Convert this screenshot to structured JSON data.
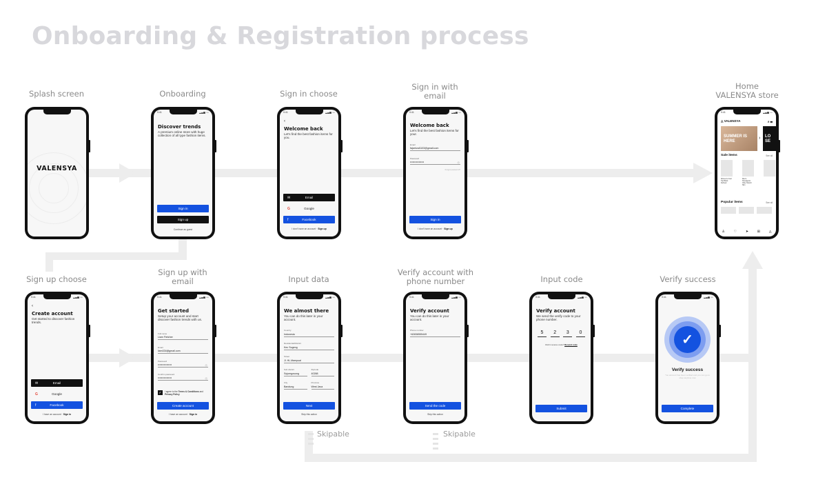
{
  "title": "Onboarding & Registration process",
  "screens": {
    "splash": {
      "label": "Splash screen",
      "logo": "VALENSYA"
    },
    "onboarding": {
      "label": "Onboarding",
      "heading": "Discover trends",
      "text": "A premium online store with huge collection of all type fashion items.",
      "signin": "Sign in",
      "signup": "Sign up",
      "guest": "Continue as guest"
    },
    "signin_choose": {
      "label": "Sign in choose",
      "heading": "Welcome back",
      "text": "Let's find the best fashion items for you.",
      "email": "Email",
      "google": "Google",
      "facebook": "Facebook",
      "foot": "I don't have an account",
      "foot_link": "Sign up"
    },
    "signin_email": {
      "label": "Sign in with email",
      "heading": "Welcome back",
      "text": "Let's find the best fashion items for your.",
      "email_label": "Email",
      "email_value": "fajarrizal1103@gmail.com",
      "password_label": "Password",
      "password_value": "••••••••••••••••",
      "forgot": "Forgot password?",
      "signin": "Sign in",
      "foot": "I don't have an account",
      "foot_link": "Sign up"
    },
    "home": {
      "label": "Home VALENSYA store",
      "brand": "VALENSYA",
      "banner": "SUMMER IS HERE",
      "banner2": "LO SE",
      "sale": "Sale items",
      "seeall": "See all",
      "popular": "Popular items",
      "p1": "Women's Oval Top Black Defined",
      "p2": "Men's Streatgenic Olive Stretch Slim",
      "p3": ""
    },
    "signup_choose": {
      "label": "Sign up choose",
      "heading": "Create account",
      "text": "Get started to discover fashion trends.",
      "email": "Email",
      "google": "Google",
      "facebook": "Facebook",
      "foot": "I have an account",
      "foot_link": "Sign in"
    },
    "signup_email": {
      "label": "Sign up with email",
      "heading": "Get started",
      "text": "Setup your account and start discover fashion trends with us.",
      "fullname_label": "Full name",
      "fullname_value": "Liam Fletcher",
      "email_label": "Email",
      "email_value": "liam334@gmail.com",
      "password_label": "Password",
      "password_value": "••••••••••••••••",
      "confirm_label": "Confirm password",
      "confirm_value": "••••••••••••••••",
      "terms_pre": "I agree to the ",
      "terms": "Terms & Conditions",
      "terms_and": " and ",
      "privacy": "Privacy Policy",
      "create": "Create account",
      "foot": "I have an account",
      "foot_link": "Sign in"
    },
    "input_data": {
      "label": "Input data",
      "heading": "We almost there",
      "text": "You can do this later in your account.",
      "country_label": "Country",
      "country_value": "Indonesia",
      "city_label": "Residential/District",
      "city_value": "Kec Sugeng",
      "street_label": "Street",
      "street_value": "Jl. HL.Mampuai",
      "subdistrict_label": "Sub district",
      "subdistrict_value": "Sojomgosong",
      "zip_label": "Zipcode",
      "zip_value": "40288",
      "town_label": "City",
      "town_value": "Bandung",
      "province_label": "Province",
      "province_value": "West Java",
      "next": "Next",
      "skip": "Skip this action"
    },
    "verify_phone": {
      "label": "Verify account with phone number",
      "heading": "Verify account",
      "text": "You can do this later in your account.",
      "phone_label": "Phone number",
      "phone_value": "+62838555449",
      "send": "Send the code",
      "skip": "Skip this action"
    },
    "input_code": {
      "label": "Input code",
      "heading": "Verify account",
      "text": "We send the verify code to your phone number.",
      "digits": [
        "5",
        "2",
        "3",
        "0"
      ],
      "resend": "Didn't receive code?",
      "resend_link": "Resend code",
      "submit": "Submit"
    },
    "verify_success": {
      "label": "Verify success",
      "heading": "Verify success",
      "text": "You account has been verified and you can go to shop anytime now",
      "complete": "Complete"
    }
  },
  "skipable_1": "Skipable",
  "skipable_2": "Skipable"
}
